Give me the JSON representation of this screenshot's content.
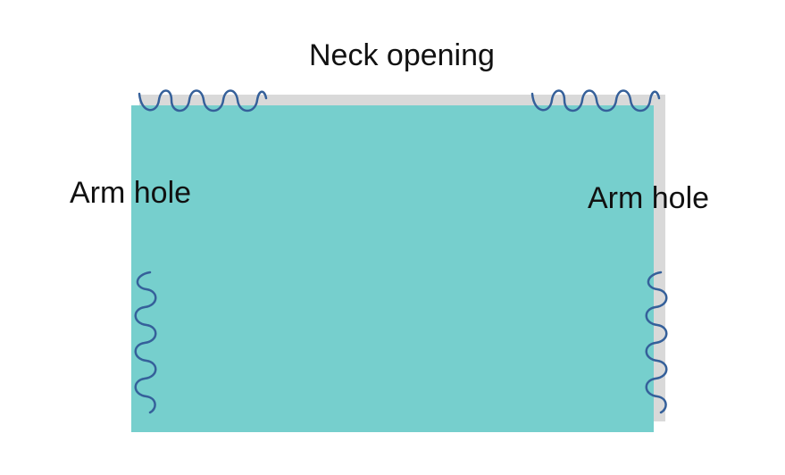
{
  "labels": {
    "neck_opening": "Neck opening",
    "arm_hole_left": "Arm hole",
    "arm_hole_right": "Arm hole"
  },
  "colors": {
    "back_layer": "#d9d9d9",
    "front_panel": "#76cfcd",
    "stitch": "#35609a",
    "text": "#111111"
  }
}
